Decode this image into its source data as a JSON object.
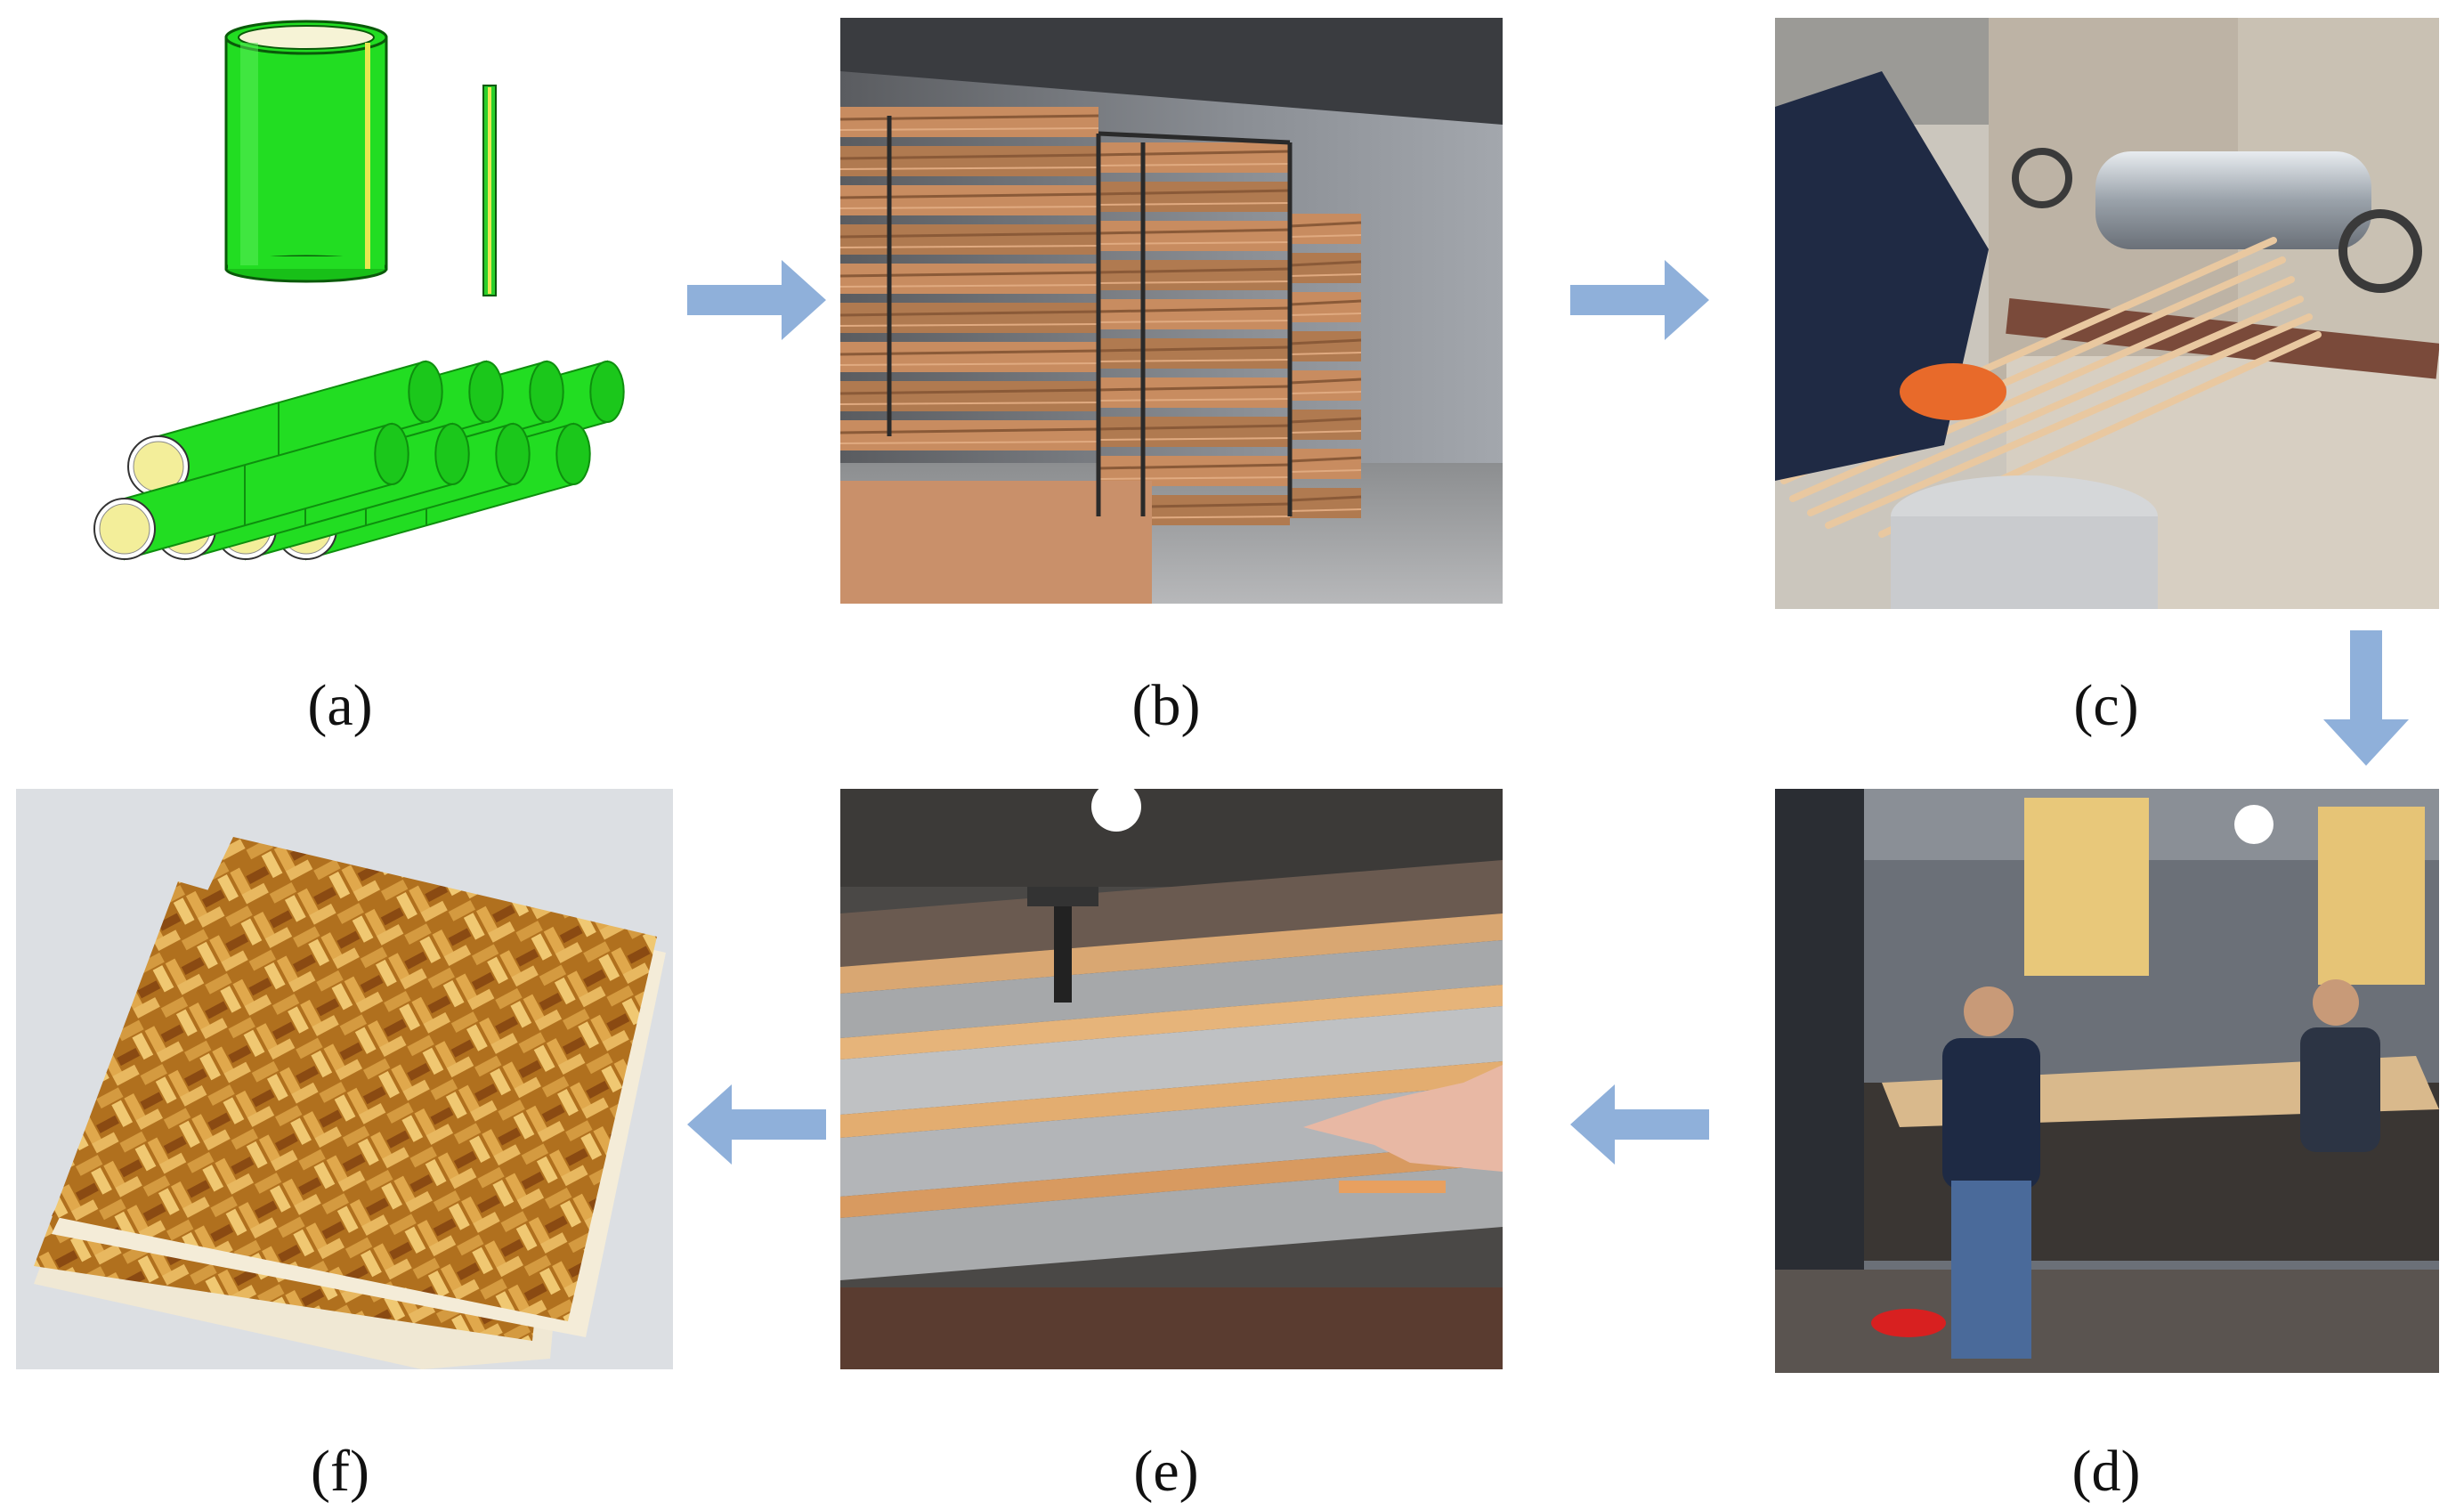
{
  "figure": {
    "panels": [
      {
        "id": "a",
        "label": "(a)",
        "content": "bamboo-culm-illustration"
      },
      {
        "id": "b",
        "label": "(b)",
        "content": "drying-kiln-photo"
      },
      {
        "id": "c",
        "label": "(c)",
        "content": "strip-rolling-machine-photo"
      },
      {
        "id": "d",
        "label": "(d)",
        "content": "mat-weaving-workshop-photo"
      },
      {
        "id": "e",
        "label": "(e)",
        "content": "hot-press-photo"
      },
      {
        "id": "f",
        "label": "(f)",
        "content": "finished-bamboo-board-photo"
      }
    ],
    "arrows": [
      {
        "from": "a",
        "to": "b",
        "direction": "right"
      },
      {
        "from": "b",
        "to": "c",
        "direction": "right"
      },
      {
        "from": "c",
        "to": "d",
        "direction": "down"
      },
      {
        "from": "d",
        "to": "e",
        "direction": "left"
      },
      {
        "from": "e",
        "to": "f",
        "direction": "left"
      }
    ],
    "colors": {
      "arrow": "#8fb0da",
      "bamboo_green": "#22dd22",
      "bamboo_dark": "#0e8f0e",
      "bamboo_inner": "#f3ee9a"
    }
  }
}
